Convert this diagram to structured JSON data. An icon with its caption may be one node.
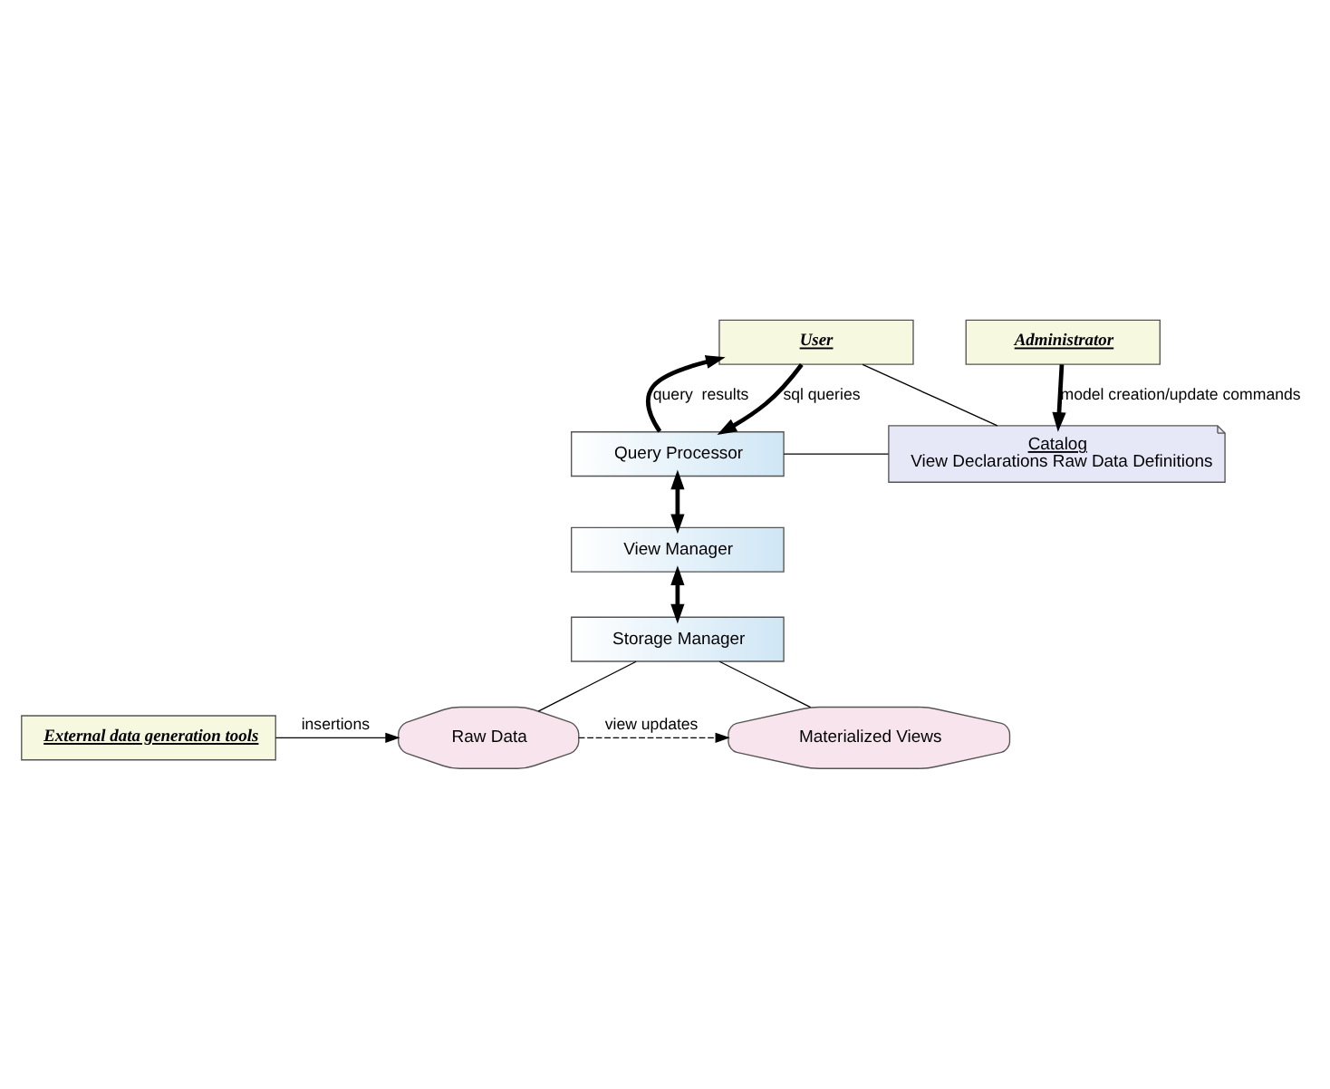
{
  "diagram": {
    "nodes": [
      {
        "text": [
          "User"
        ]
      },
      {
        "text": [
          "Administrator"
        ]
      },
      {
        "text": [
          "Query Processor"
        ]
      },
      {
        "text": [
          "Catalog",
          "View Declarations Raw Data Definitions"
        ]
      },
      {
        "text": [
          "View Manager"
        ]
      },
      {
        "text": [
          "Storage Manager"
        ]
      },
      {
        "text": [
          "Materialized Views"
        ]
      },
      {
        "text": [
          "Raw Data"
        ]
      },
      {
        "text": [
          "External data generation tools"
        ]
      }
    ],
    "edges": [
      {
        "from": 0,
        "to": 2,
        "arrow": "to",
        "label": "sql queries",
        "style": "thick"
      },
      {
        "from": 2,
        "to": 0,
        "arrow": "to",
        "label": "query  results",
        "style": "thick"
      },
      {
        "from": 0,
        "to": 3,
        "arrow": "none"
      },
      {
        "from": 1,
        "to": 3,
        "arrow": "to",
        "label": "model creation/update commands",
        "style": "thick"
      },
      {
        "from": 2,
        "to": 3,
        "arrow": "none"
      },
      {
        "from": 2,
        "to": 4,
        "arrow": "both",
        "style": "thick"
      },
      {
        "from": 4,
        "to": 5,
        "arrow": "both",
        "style": "thick"
      },
      {
        "from": 5,
        "to": 6,
        "arrow": "none"
      },
      {
        "from": 5,
        "to": 7,
        "arrow": "none"
      },
      {
        "from": 7,
        "to": 6,
        "arrow": "to",
        "label": "view updates",
        "style": "dashed"
      },
      {
        "from": 8,
        "to": 7,
        "arrow": "to",
        "label": "insertions"
      }
    ]
  }
}
